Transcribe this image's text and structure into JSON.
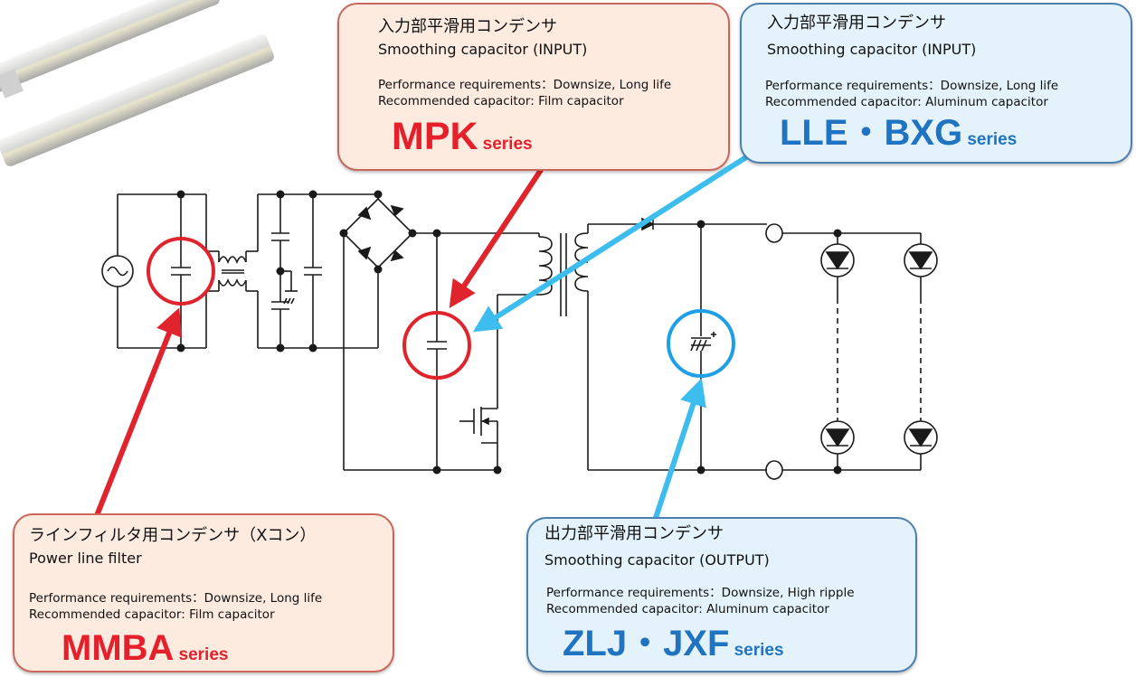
{
  "callouts": {
    "mpk": {
      "title_jp": "入力部平滑用コンデンサ",
      "title_en": "Smoothing capacitor (INPUT)",
      "requirements": "Performance requirements：Downsize, Long life",
      "recommended": "Recommended capacitor: Film capacitor",
      "series_name": "MPK",
      "series_suffix": "series"
    },
    "lle": {
      "title_jp": "入力部平滑用コンデンサ",
      "title_en": "Smoothing capacitor (INPUT)",
      "requirements": "Performance requirements：Downsize, Long life",
      "recommended": "Recommended capacitor: Aluminum capacitor",
      "series_name": "LLE・BXG",
      "series_suffix": "series"
    },
    "mmba": {
      "title_jp": "ラインフィルタ用コンデンサ（Xコン）",
      "title_en": "Power line filter",
      "requirements": "Performance requirements：Downsize, Long life",
      "recommended": "Recommended capacitor: Film capacitor",
      "series_name": "MMBA",
      "series_suffix": "series"
    },
    "zlj": {
      "title_jp": "出力部平滑用コンデンサ",
      "title_en": "Smoothing capacitor (OUTPUT)",
      "requirements": "Performance requirements：Downsize, High ripple",
      "recommended": "Recommended capacitor: Aluminum capacitor",
      "series_name": "ZLJ・JXF",
      "series_suffix": "series"
    }
  },
  "colors": {
    "film_accent": "#e6202a",
    "aluminum_accent": "#1f73c0",
    "film_box_bg": "#fdebe0",
    "aluminum_box_bg": "#e4f3fb",
    "red_arrow": "#e0242e",
    "blue_arrow": "#3dbdee"
  }
}
